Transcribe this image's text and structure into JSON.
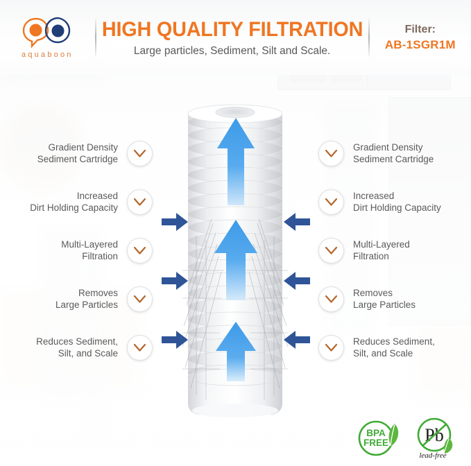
{
  "brand": {
    "logo_icon": "aquaboon-droplet-logo",
    "wordmark": "aquaboon",
    "orange": "#ef7622",
    "navy": "#1f3d76"
  },
  "header": {
    "title": "HIGH QUALITY FILTRATION",
    "subtitle": "Large particles, Sediment, Silt and Scale.",
    "filter_label": "Filter:",
    "filter_code": "AB-1SGR1M"
  },
  "features_left": [
    {
      "line1": "Gradient Density",
      "line2": "Sediment Cartridge",
      "icon": "check-icon"
    },
    {
      "line1": "Increased",
      "line2": "Dirt Holding Capacity",
      "icon": "check-icon"
    },
    {
      "line1": "Multi-Layered",
      "line2": "Filtration",
      "icon": "check-icon"
    },
    {
      "line1": "Removes",
      "line2": "Large Particles",
      "icon": "check-icon"
    },
    {
      "line1": "Reduces Sediment,",
      "line2": "Silt, and Scale",
      "icon": "check-icon"
    }
  ],
  "features_right": [
    {
      "line1": "Gradient Density",
      "line2": "Sediment Cartridge",
      "icon": "check-icon"
    },
    {
      "line1": "Increased",
      "line2": "Dirt Holding Capacity",
      "icon": "check-icon"
    },
    {
      "line1": "Multi-Layered",
      "line2": "Filtration",
      "icon": "check-icon"
    },
    {
      "line1": "Removes",
      "line2": "Large Particles",
      "icon": "check-icon"
    },
    {
      "line1": "Reduces Sediment,",
      "line2": "Silt, and Scale",
      "icon": "check-icon"
    }
  ],
  "product": {
    "image_name": "sediment-filter-cartridge",
    "flow_up_arrow_icon": "arrow-up-icon",
    "flow_in_arrow_icon": "arrow-right-icon",
    "arrow_up_color": "#3d9ae8",
    "arrow_side_color": "#2f5497"
  },
  "badges": [
    {
      "name": "bpa-free-badge",
      "line1": "BPA",
      "line2": "FREE",
      "color": "#3faa35"
    },
    {
      "name": "lead-free-badge",
      "symbol": "Pb",
      "caption": "lead-free",
      "color": "#3faa35"
    }
  ]
}
